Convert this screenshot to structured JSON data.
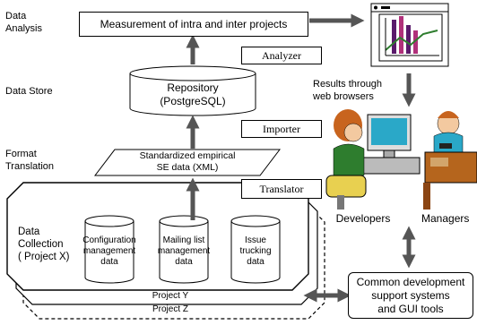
{
  "layers": {
    "analysis": "Data\nAnalysis",
    "store": "Data Store",
    "translation": "Format\nTranslation",
    "collection": "Data\nCollection\n( Project X)"
  },
  "measurement": "Measurement of intra and inter projects",
  "analyzer": "Analyzer",
  "repository": "Repository\n(PostgreSQL)",
  "importer": "Importer",
  "standardized": "Standardized empirical\nSE data (XML)",
  "translator": "Translator",
  "results": "Results through\nweb browsers",
  "developers": "Developers",
  "managers": "Managers",
  "datasources": [
    "Configuration\nmanagement\ndata",
    "Mailing list\nmanagement\ndata",
    "Issue\ntrucking\ndata"
  ],
  "project_y": "Project Y",
  "project_z": "Project Z",
  "support": "Common development\nsupport systems\nand GUI tools",
  "colors": {
    "arrow": "#555555",
    "purple": "#5a1a6b",
    "green": "#2e7d2e",
    "orange": "#c8641e",
    "cyan": "#2aa8c8",
    "desk": "#b5651d"
  }
}
